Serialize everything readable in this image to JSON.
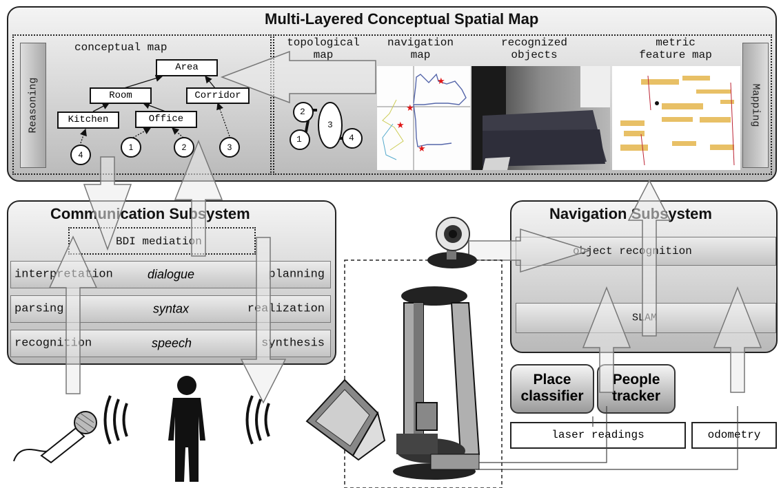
{
  "main_title": "Multi-Layered Conceptual Spatial Map",
  "conceptual_map": {
    "title": "conceptual map",
    "nodes": {
      "area": "Area",
      "room": "Room",
      "corridor": "Corridor",
      "kitchen": "Kitchen",
      "office": "Office"
    },
    "places": [
      "4",
      "1",
      "2",
      "3"
    ]
  },
  "reasoning_label": "Reasoning",
  "mapping_label": "Mapping",
  "layers": {
    "topological": "topological\nmap",
    "navigation": "navigation\nmap",
    "objects": "recognized\nobjects",
    "metric": "metric\nfeature map"
  },
  "topo_nodes": [
    "2",
    "3",
    "1",
    "4"
  ],
  "communication": {
    "title": "Communication Subsystem",
    "bdi": "BDI mediation",
    "rows": [
      {
        "left": "interpretation",
        "center": "dialogue",
        "right": "planning"
      },
      {
        "left": "parsing",
        "center": "syntax",
        "right": "realization"
      },
      {
        "left": "recognition",
        "center": "speech",
        "right": "synthesis"
      }
    ]
  },
  "navigation": {
    "title": "Navigation Subsystem",
    "object_recognition": "object recognition",
    "slam": "SLAM"
  },
  "place_classifier": "Place\nclassifier",
  "people_tracker": "People\ntracker",
  "laser": "laser readings",
  "odometry": "odometry",
  "colors": {
    "panel_top": "#f4f4f4",
    "panel_bottom": "#b9b9b9",
    "star": "#e01818",
    "path": "#5566aa"
  }
}
